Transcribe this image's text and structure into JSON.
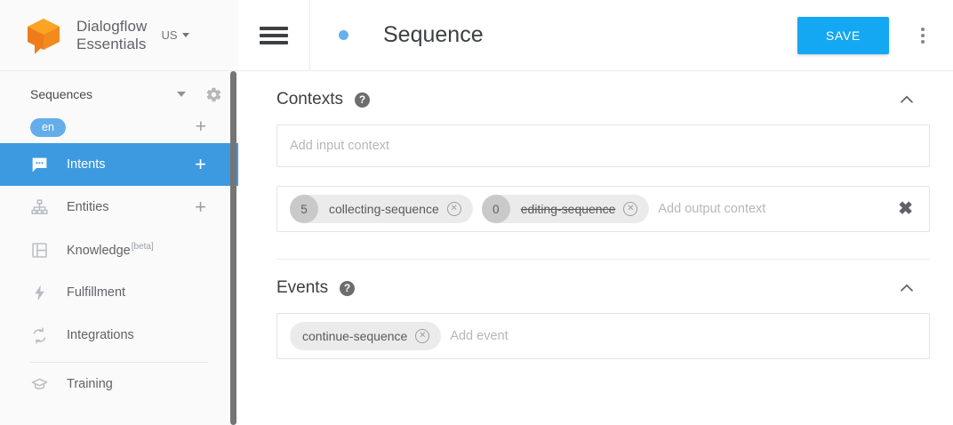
{
  "sidebar": {
    "brand": {
      "line1": "Dialogflow",
      "line2": "Essentials",
      "region": "US"
    },
    "agent": {
      "name": "Sequences"
    },
    "language": {
      "chip": "en",
      "add": "+"
    },
    "items": [
      {
        "label": "Intents",
        "icon": "intents-icon",
        "active": true,
        "plus": "+"
      },
      {
        "label": "Entities",
        "icon": "entities-icon",
        "active": false,
        "plus": "+"
      },
      {
        "label": "Knowledge",
        "badge": "[beta]",
        "icon": "knowledge-icon",
        "active": false
      },
      {
        "label": "Fulfillment",
        "icon": "fulfillment-icon",
        "active": false
      },
      {
        "label": "Integrations",
        "icon": "integrations-icon",
        "active": false
      },
      {
        "label": "Training",
        "icon": "training-icon",
        "active": false
      }
    ]
  },
  "topbar": {
    "title": "Sequence",
    "save_label": "SAVE"
  },
  "contexts": {
    "title": "Contexts",
    "input_placeholder": "Add input context",
    "output_placeholder": "Add output context",
    "output_chips": [
      {
        "lifespan": "5",
        "label": "collecting-sequence",
        "struck": false
      },
      {
        "lifespan": "0",
        "label": "editing-sequence",
        "struck": true
      }
    ]
  },
  "events": {
    "title": "Events",
    "placeholder": "Add event",
    "chips": [
      {
        "label": "continue-sequence"
      }
    ]
  },
  "colors": {
    "accent_blue": "#14a7f2",
    "sidebar_active": "#3d9ae0",
    "logo_orange": "#ef7c1b",
    "chip_gray": "#ebebeb"
  }
}
